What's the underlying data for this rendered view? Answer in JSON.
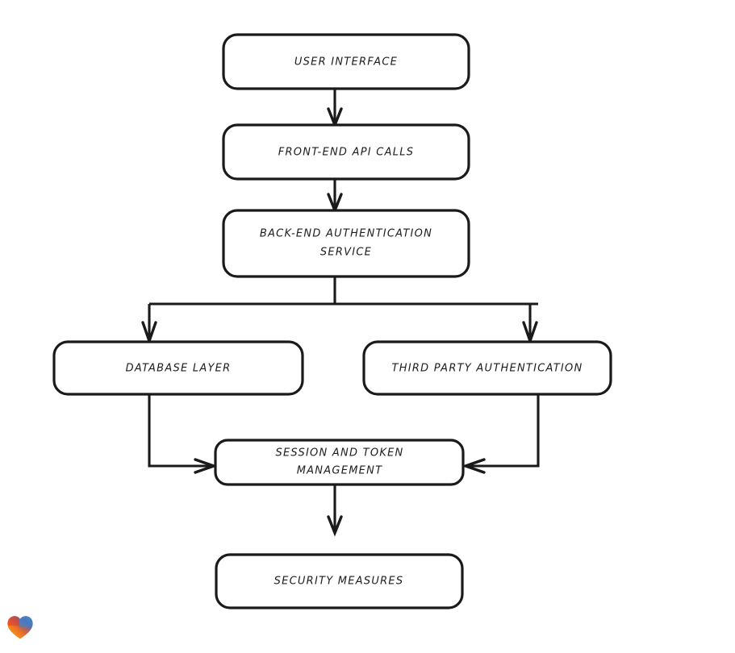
{
  "diagram": {
    "type": "flowchart",
    "orientation": "top-to-bottom",
    "background_color": "#ffffff",
    "stroke_color": "#1a1a1a",
    "text_color": "#1d1d1d",
    "nodes": [
      {
        "id": "user-interface",
        "label": "USER INTERFACE",
        "lines": [
          "USER INTERFACE"
        ]
      },
      {
        "id": "front-end-api-calls",
        "label": "FRONT-END API CALLS",
        "lines": [
          "FRONT-END API CALLS"
        ]
      },
      {
        "id": "back-end-auth-service",
        "label": "BACK-END AUTHENTICATION SERVICE",
        "lines": [
          "BACK-END AUTHENTICATION",
          "SERVICE"
        ]
      },
      {
        "id": "database-layer",
        "label": "DATABASE LAYER",
        "lines": [
          "DATABASE LAYER"
        ]
      },
      {
        "id": "third-party-auth",
        "label": "THIRD PARTY AUTHENTICATION",
        "lines": [
          "THIRD PARTY AUTHENTICATION"
        ]
      },
      {
        "id": "session-token-mgmt",
        "label": "SESSION AND TOKEN MANAGEMENT",
        "lines": [
          "SESSION AND TOKEN",
          "MANAGEMENT"
        ]
      },
      {
        "id": "security-measures",
        "label": "SECURITY MEASURES",
        "lines": [
          "SECURITY MEASURES"
        ]
      }
    ],
    "edges": [
      {
        "from": "user-interface",
        "to": "front-end-api-calls",
        "direction": "down"
      },
      {
        "from": "front-end-api-calls",
        "to": "back-end-auth-service",
        "direction": "down"
      },
      {
        "from": "back-end-auth-service",
        "to": "database-layer",
        "direction": "down-left-branch"
      },
      {
        "from": "back-end-auth-service",
        "to": "third-party-auth",
        "direction": "down-right-branch"
      },
      {
        "from": "database-layer",
        "to": "session-token-mgmt",
        "direction": "down-then-right"
      },
      {
        "from": "third-party-auth",
        "to": "session-token-mgmt",
        "direction": "down-then-left"
      },
      {
        "from": "session-token-mgmt",
        "to": "security-measures",
        "direction": "down"
      }
    ]
  },
  "badge": {
    "icon": "heart-icon",
    "colors": [
      "#e8342a",
      "#f59023",
      "#f07c1e",
      "#2f7fd6",
      "#3aa8d8"
    ]
  }
}
